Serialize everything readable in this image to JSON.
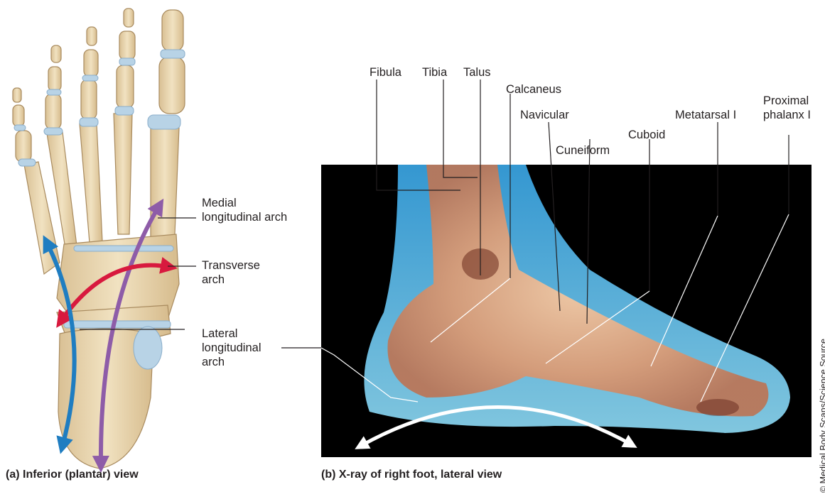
{
  "panel_a": {
    "labels": {
      "medial_arch": [
        "Medial",
        "longitudinal arch"
      ],
      "transverse_arch": [
        "Transverse",
        "arch"
      ],
      "lateral_arch": [
        "Lateral",
        "longitudinal",
        "arch"
      ]
    },
    "caption": "(a) Inferior (plantar) view",
    "arrow_colors": {
      "medial": "#8e5ca8",
      "transverse": "#d8193e",
      "lateral": "#1f7dc1"
    }
  },
  "panel_b": {
    "labels": {
      "fibula": "Fibula",
      "tibia": "Tibia",
      "talus": "Talus",
      "calcaneus": "Calcaneus",
      "navicular": "Navicular",
      "cuneiform": "Cuneiform",
      "cuboid": "Cuboid",
      "metatarsal": "Metatarsal I",
      "proximal_phalanx": [
        "Proximal",
        "phalanx I"
      ]
    },
    "caption": "(b) X-ray of right foot, lateral view",
    "credit": "© Medical Body Scans/Science Source"
  }
}
